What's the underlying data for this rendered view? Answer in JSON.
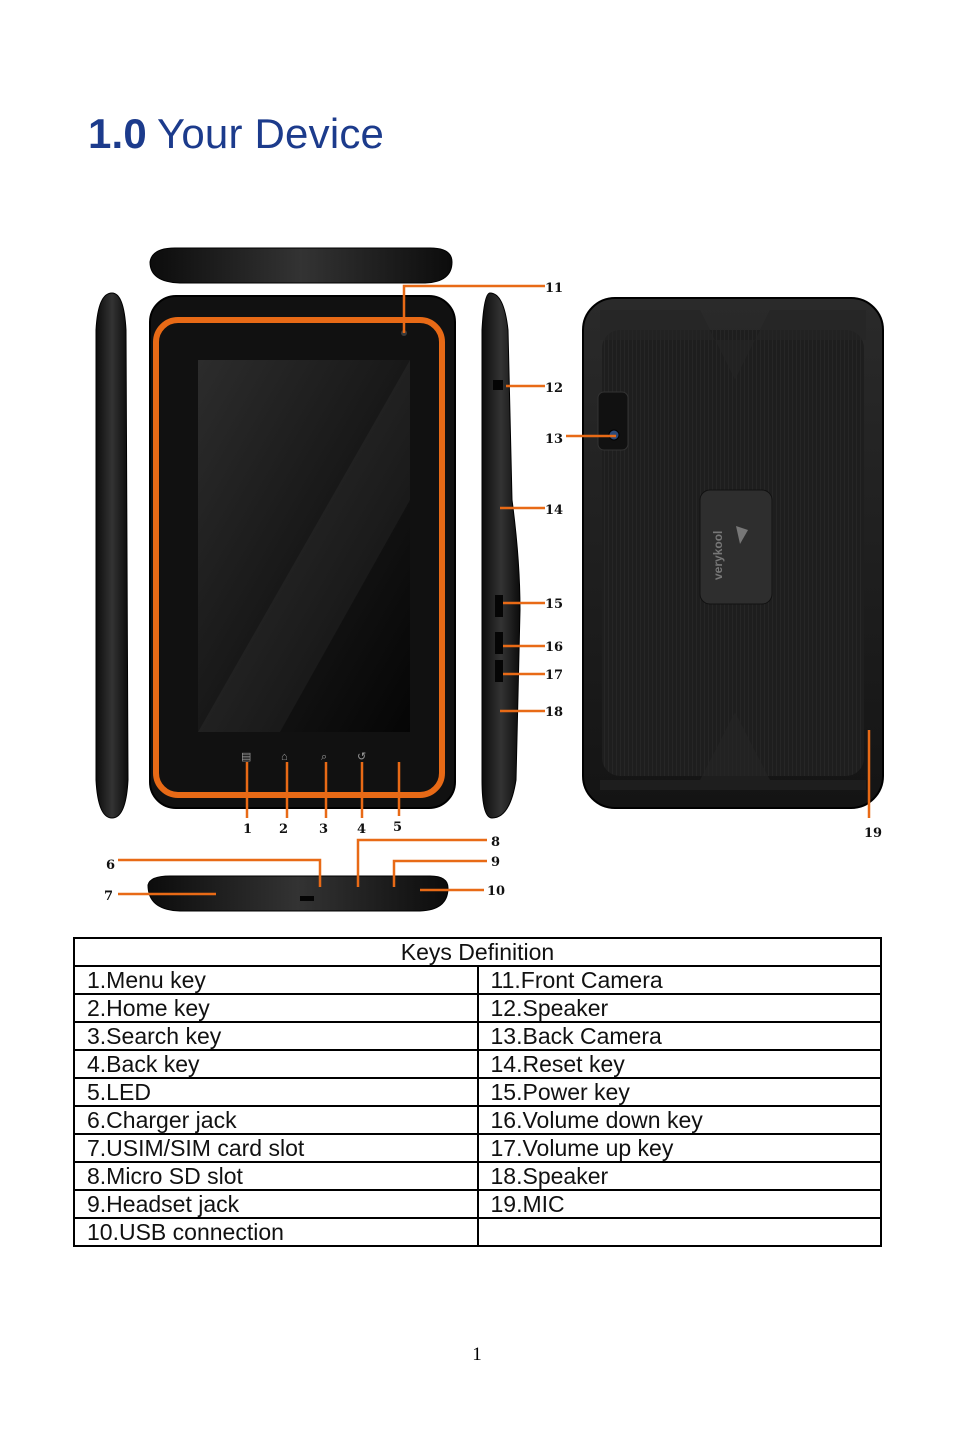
{
  "header": {
    "section_number": "1.0",
    "section_title": "Your Device"
  },
  "figure": {
    "callouts": [
      "1",
      "2",
      "3",
      "4",
      "5",
      "6",
      "7",
      "8",
      "9",
      "10",
      "11",
      "12",
      "13",
      "14",
      "15",
      "16",
      "17",
      "18",
      "19"
    ],
    "brand_text": "verykool",
    "accent_color": "#e86a16",
    "body_color": "#1c1c1c"
  },
  "table": {
    "caption": "Keys Definition",
    "rows": [
      [
        "1.Menu key",
        "11.Front Camera"
      ],
      [
        "2.Home key",
        "12.Speaker"
      ],
      [
        "3.Search key",
        "13.Back Camera"
      ],
      [
        "4.Back key",
        "14.Reset key"
      ],
      [
        "5.LED",
        "15.Power key"
      ],
      [
        "6.Charger jack",
        "16.Volume down key"
      ],
      [
        "7.USIM/SIM card slot",
        "17.Volume up key"
      ],
      [
        "8.Micro SD slot",
        "18.Speaker"
      ],
      [
        "9.Headset jack",
        "19.MIC"
      ],
      [
        "10.USB connection",
        ""
      ]
    ]
  },
  "footer": {
    "page_number": "1"
  }
}
